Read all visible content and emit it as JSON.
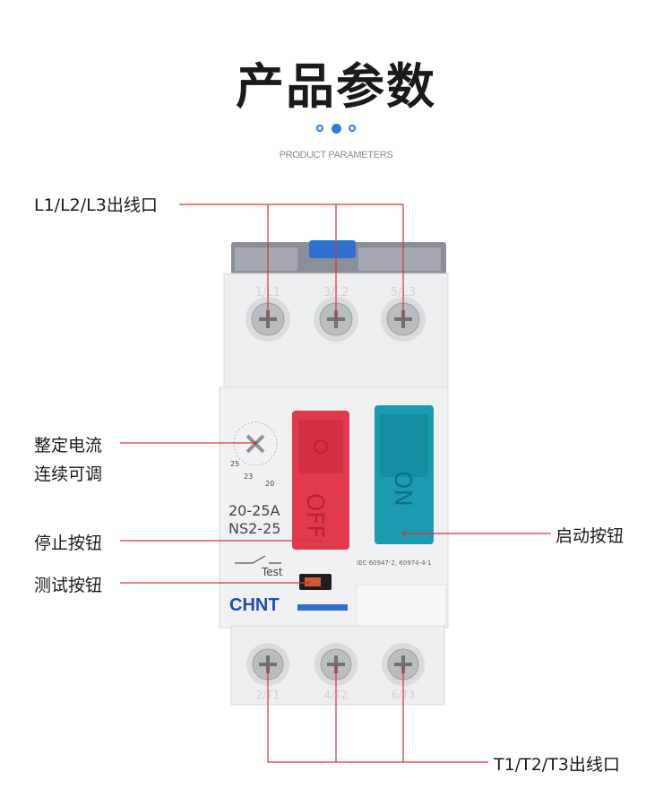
{
  "header": {
    "title": "产品参数",
    "subtitle": "PRODUCT PARAMETERS"
  },
  "callouts": {
    "input_terminals": "L1/L2/L3出线口",
    "current_adjust_line1": "整定电流",
    "current_adjust_line2": "连续可调",
    "stop_button": "停止按钮",
    "test_button": "测试按钮",
    "start_button": "启动按钮",
    "output_terminals": "T1/T2/T3出线口"
  },
  "device": {
    "top_terminal_labels": [
      "1/L1",
      "3/L2",
      "5/L3"
    ],
    "bottom_terminal_labels": [
      "2/T1",
      "4/T2",
      "6/T3"
    ],
    "dial_marks": [
      "25",
      "23",
      "20"
    ],
    "rating": "20-25A",
    "model": "NS2-25",
    "test_label": "Test",
    "standard": "IEC  60947-2, 60974-4-1",
    "brand": "CHNT",
    "off_label": "OFF",
    "on_label": "ON"
  },
  "colors": {
    "callout_line": "#d9343a",
    "accent_blue": "#2a7fd4",
    "off_button": "#e03a4c",
    "on_button": "#1a9bb0"
  }
}
